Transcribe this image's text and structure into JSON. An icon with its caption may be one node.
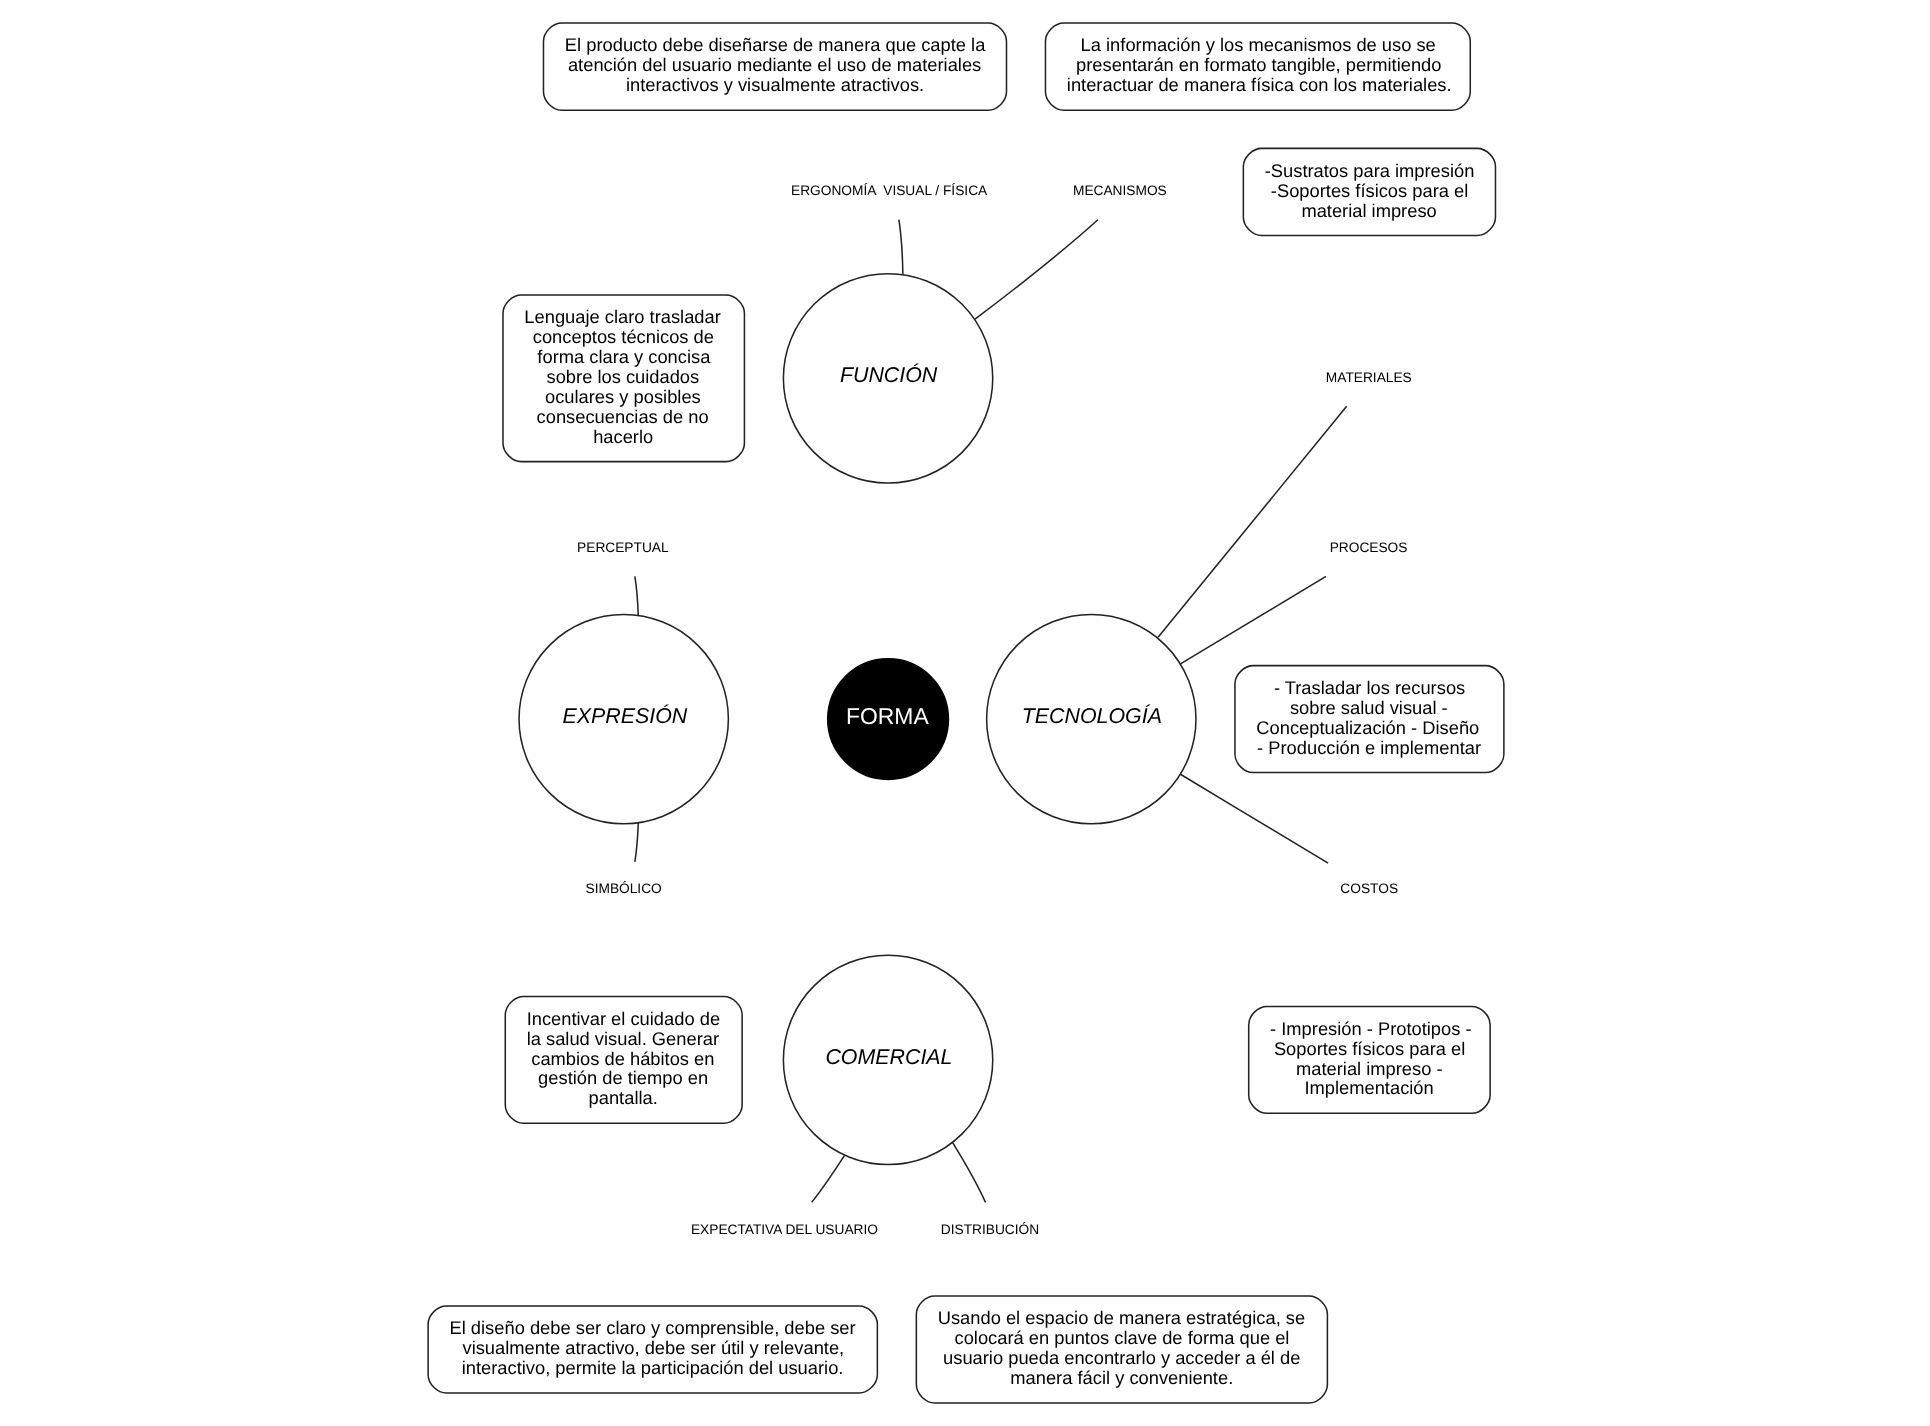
{
  "diagram": {
    "nodes": [
      {
        "text": [
          "El producto debe diseñarse de manera que capte la atención del usuario mediante el uso de materiales interactivos y visualmente atractivos."
        ]
      },
      {
        "text": [
          "La información y los mecanismos de uso se presentarán en formato tangible, permitiendo interactuar de manera física con los materiales."
        ]
      },
      {
        "text": [
          "ERGONOMÍA  VISUAL / FÍSICA"
        ]
      },
      {
        "text": [
          "MECANISMOS"
        ]
      },
      {
        "text": [
          "-Sustratos para impresión -Soportes físicos para el material impreso"
        ]
      },
      {
        "text": [
          "FUNCIÓN"
        ]
      },
      {
        "text": [
          "MATERIALES"
        ]
      },
      {
        "text": [
          "Lenguaje claro trasladar conceptos técnicos de forma clara y concisa sobre los cuidados oculares y posibles consecuencias de no hacerlo"
        ]
      },
      {
        "text": [
          "PROCESOS"
        ]
      },
      {
        "text": [
          "- Trasladar los recursos sobre salud visual - Conceptualización - Diseño - Producción e implementar"
        ]
      },
      {
        "text": [
          "PERCEPTUAL"
        ]
      },
      {
        "text": [
          "EXPRESIÓN"
        ]
      },
      {
        "text": [
          "FORMA"
        ]
      },
      {
        "text": [
          "TECNOLOGÍA"
        ]
      },
      {
        "text": [
          "SIMBÓLICO"
        ]
      },
      {
        "text": [
          "Incentivar el cuidado de la salud visual. Generar cambios de hábitos en gestión de tiempo en pantalla."
        ]
      },
      {
        "text": [
          "COSTOS"
        ]
      },
      {
        "text": [
          "- Impresión - Prototipos - Soportes físicos para el material impreso - Implementación"
        ]
      },
      {
        "text": [
          "COMERCIAL"
        ]
      },
      {
        "text": [
          "EXPECTATIVA DEL USUARIO"
        ]
      },
      {
        "text": [
          "DISTRIBUCIÓN"
        ]
      },
      {
        "text": [
          "El diseño debe ser claro y comprensible, debe ser visualmente atractivo, debe ser útil y relevante, interactivo, permite la participación del usuario."
        ]
      },
      {
        "text": [
          "Usando el espacio de manera estratégica, se colocará en puntos clave de forma que el usuario pueda encontrarlo y acceder a él de manera fácil y conveniente."
        ]
      }
    ],
    "edges": [
      {
        "from": 2,
        "to": 5,
        "arrow": "none"
      },
      {
        "from": 3,
        "to": 5,
        "arrow": "none"
      },
      {
        "from": 10,
        "to": 11,
        "arrow": "none"
      },
      {
        "from": 14,
        "to": 11,
        "arrow": "none"
      },
      {
        "from": 13,
        "to": 6,
        "arrow": "none"
      },
      {
        "from": 13,
        "to": 8,
        "arrow": "none"
      },
      {
        "from": 13,
        "to": 16,
        "arrow": "none"
      },
      {
        "from": 19,
        "to": 18,
        "arrow": "none"
      },
      {
        "from": 20,
        "to": 18,
        "arrow": "none"
      }
    ]
  }
}
